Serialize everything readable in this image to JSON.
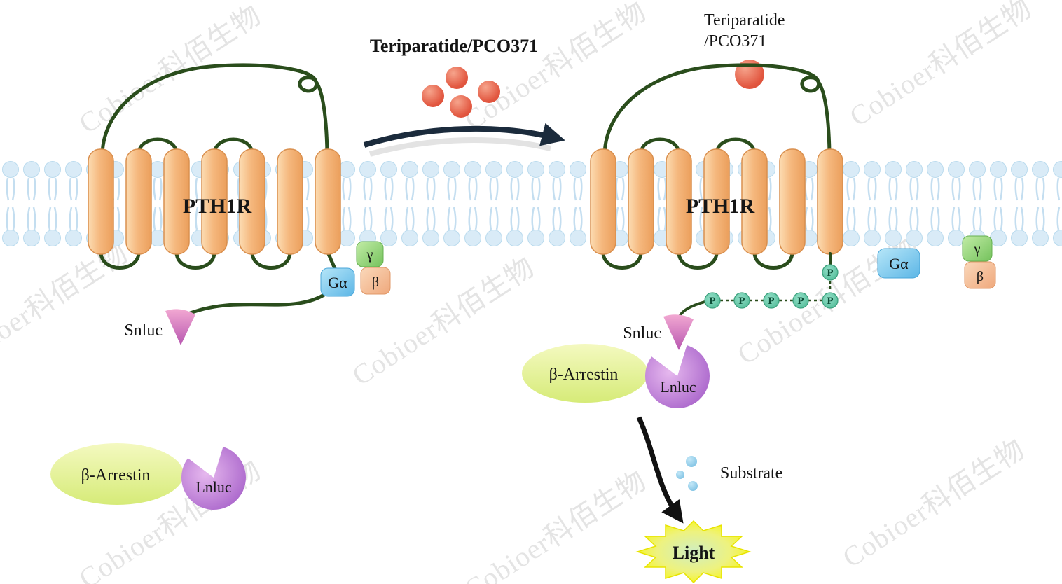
{
  "watermark": {
    "text": "Cobioer科佰生物"
  },
  "ligand": {
    "center_title": "Teriparatide/PCO371",
    "right_line1": "Teriparatide",
    "right_line2": "/PCO371"
  },
  "left_complex": {
    "receptor": "PTH1R",
    "g_alpha": "Gα",
    "gamma": "γ",
    "beta": "β",
    "snluc": "Snluc",
    "arrestin": "β-Arrestin",
    "lnluc": "Lnluc"
  },
  "right_complex": {
    "receptor": "PTH1R",
    "g_alpha": "Gα",
    "gamma": "γ",
    "beta": "β",
    "snluc": "Snluc",
    "arrestin": "β-Arrestin",
    "lnluc": "Lnluc",
    "phosphate": "P",
    "substrate": "Substrate",
    "light": "Light"
  },
  "colors": {
    "membrane_head": "#d9ebf7",
    "helix_fill": "#f6b97f",
    "loop_green": "#2a4d1c",
    "ligand_red": "#e2573f",
    "g_alpha_blue": "#6fc4ec",
    "gamma_green": "#8fd276",
    "beta_peach": "#f4bd92",
    "snluc_pink": "#d874be",
    "lnluc_purple": "#b06cd0",
    "arrestin_yellow_green": "#e4f190",
    "phosphate_teal": "#5ec7a8",
    "substrate_blue": "#8cccec",
    "light_green": "#1e8c3a",
    "star_yellow": "#f6f60c",
    "arrow_navy": "#1b2b3c"
  }
}
